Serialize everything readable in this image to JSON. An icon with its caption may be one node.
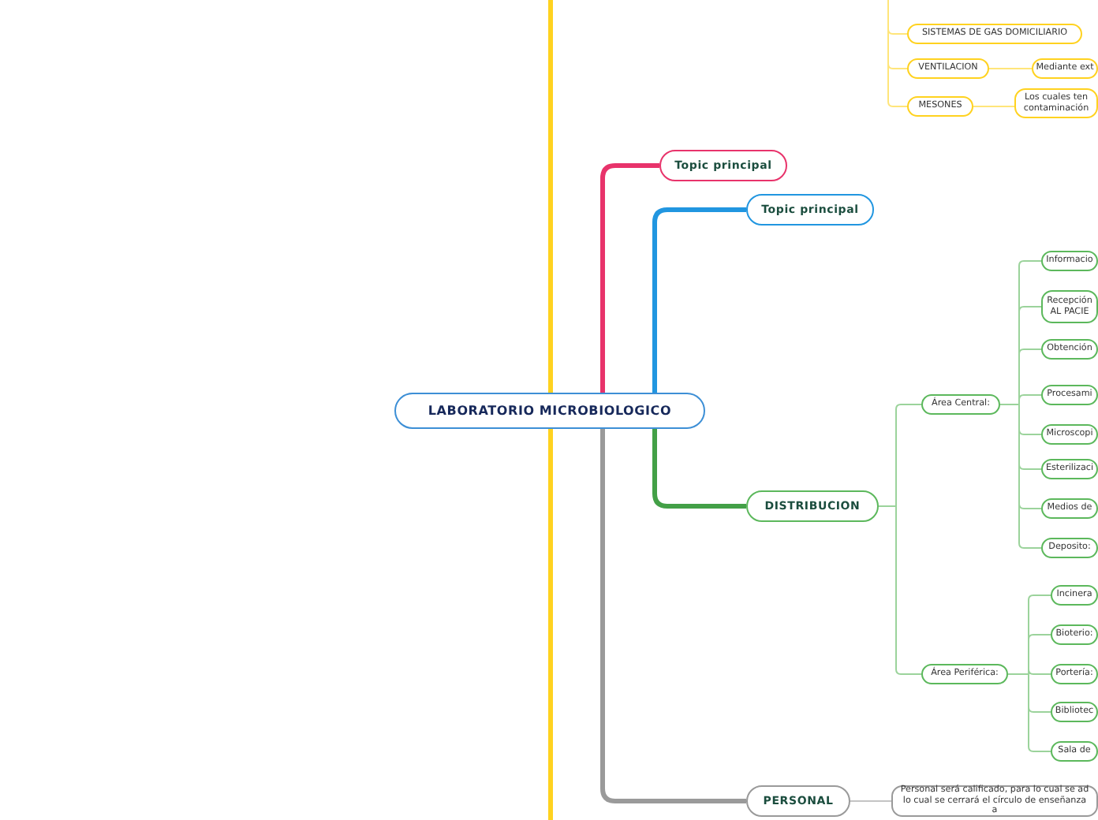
{
  "diagram": {
    "nodes": [
      {
        "text": [
          "LABORATORIO MICROBIOLOGICO"
        ]
      },
      {
        "text": [
          "Topic principal"
        ]
      },
      {
        "text": [
          "Topic principal"
        ]
      },
      {
        "text": [
          "DISTRIBUCION"
        ]
      },
      {
        "text": [
          "Área Central:"
        ]
      },
      {
        "text": [
          "Informacio"
        ]
      },
      {
        "text": [
          "Recepción AL PACIE"
        ]
      },
      {
        "text": [
          "Obtención"
        ]
      },
      {
        "text": [
          "Procesami"
        ]
      },
      {
        "text": [
          "Microscopi"
        ]
      },
      {
        "text": [
          "Esterilizaci"
        ]
      },
      {
        "text": [
          "Medios de"
        ]
      },
      {
        "text": [
          "Deposito:"
        ]
      },
      {
        "text": [
          "Área Periférica:"
        ]
      },
      {
        "text": [
          "Incinera"
        ]
      },
      {
        "text": [
          "Bioterio:"
        ]
      },
      {
        "text": [
          "Portería:"
        ]
      },
      {
        "text": [
          "Bibliotec"
        ]
      },
      {
        "text": [
          "Sala de"
        ]
      },
      {
        "text": [
          "PERSONAL"
        ]
      },
      {
        "text": [
          "Personal será calificado, para lo cual se ad lo cual se cerrará el círculo de enseñanza a"
        ]
      },
      {
        "text": [
          "SISTEMAS DE GAS DOMICILIARIO"
        ]
      },
      {
        "text": [
          "VENTILACION"
        ]
      },
      {
        "text": [
          "Mediante ext"
        ]
      },
      {
        "text": [
          "MESONES"
        ]
      },
      {
        "text": [
          "Los cuales ten contaminación"
        ]
      }
    ],
    "edges": [
      {
        "from": 0,
        "to": 1,
        "arrow": "none",
        "style": "thick",
        "color": "#e8336b"
      },
      {
        "from": 0,
        "to": 2,
        "arrow": "none",
        "style": "thick",
        "color": "#2196e0"
      },
      {
        "from": 0,
        "to": 3,
        "arrow": "none",
        "style": "thick",
        "color": "#43a047"
      },
      {
        "from": 0,
        "to": 19,
        "arrow": "none",
        "style": "thick",
        "color": "#9a9a9a"
      },
      {
        "from": 0,
        "to": null,
        "arrow": "none",
        "style": "thick",
        "color": "#ffd21f"
      },
      {
        "from": 0,
        "to": null,
        "arrow": "none",
        "style": "thick",
        "color": "#ffd21f"
      },
      {
        "from": 3,
        "to": 4,
        "arrow": "none"
      },
      {
        "from": 3,
        "to": 13,
        "arrow": "none"
      },
      {
        "from": 4,
        "to": 5,
        "arrow": "none"
      },
      {
        "from": 4,
        "to": 6,
        "arrow": "none"
      },
      {
        "from": 4,
        "to": 7,
        "arrow": "none"
      },
      {
        "from": 4,
        "to": 8,
        "arrow": "none"
      },
      {
        "from": 4,
        "to": 9,
        "arrow": "none"
      },
      {
        "from": 4,
        "to": 10,
        "arrow": "none"
      },
      {
        "from": 4,
        "to": 11,
        "arrow": "none"
      },
      {
        "from": 4,
        "to": 12,
        "arrow": "none"
      },
      {
        "from": 13,
        "to": 14,
        "arrow": "none"
      },
      {
        "from": 13,
        "to": 15,
        "arrow": "none"
      },
      {
        "from": 13,
        "to": 16,
        "arrow": "none"
      },
      {
        "from": 13,
        "to": 17,
        "arrow": "none"
      },
      {
        "from": 13,
        "to": 18,
        "arrow": "none"
      },
      {
        "from": 19,
        "to": 20,
        "arrow": "none",
        "color": "#c4c4c4"
      },
      {
        "from": null,
        "to": 21,
        "arrow": "none",
        "color": "#ffe57a"
      },
      {
        "from": null,
        "to": 22,
        "arrow": "none",
        "color": "#ffe57a"
      },
      {
        "from": null,
        "to": 24,
        "arrow": "none",
        "color": "#ffe57a"
      },
      {
        "from": 22,
        "to": 23,
        "arrow": "none",
        "color": "#ffe57a"
      },
      {
        "from": 24,
        "to": 25,
        "arrow": "none",
        "color": "#ffe57a"
      }
    ]
  }
}
